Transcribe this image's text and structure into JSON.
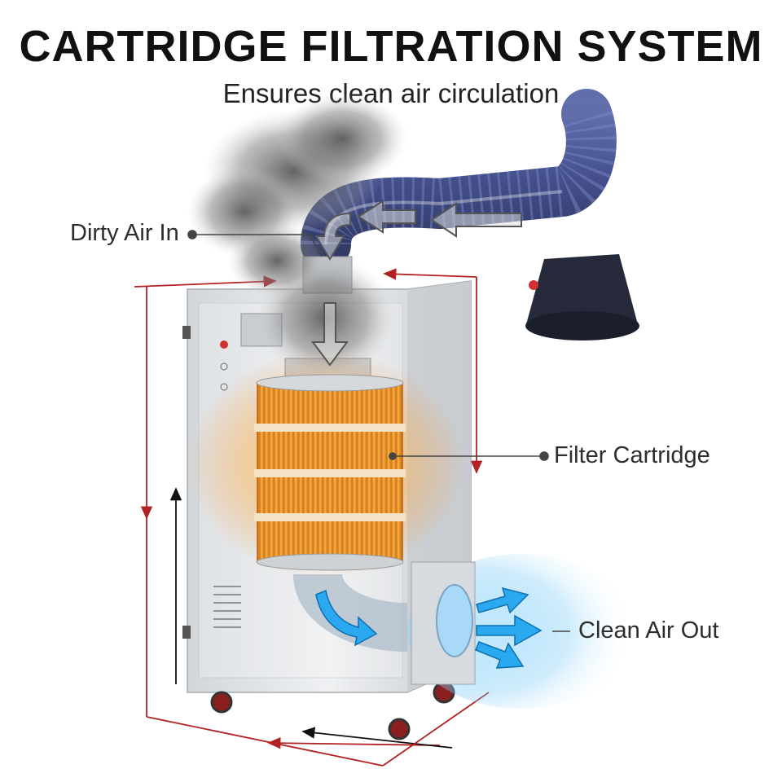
{
  "header": {
    "title": "CARTRIDGE FILTRATION SYSTEM",
    "subtitle": "Ensures clean air circulation"
  },
  "callouts": {
    "dirty_air_in": "Dirty Air In",
    "filter_cartridge": "Filter Cartridge",
    "clean_air_out": "Clean Air Out"
  },
  "colors": {
    "cabinet": "#d9dde1",
    "filter_orange": "#f2a03a",
    "hose_blue": "#3d4a8a",
    "clean_air_blue": "#2aa8f0",
    "smoke_gray": "#6f6f6f",
    "dimension_red": "#b22222"
  }
}
